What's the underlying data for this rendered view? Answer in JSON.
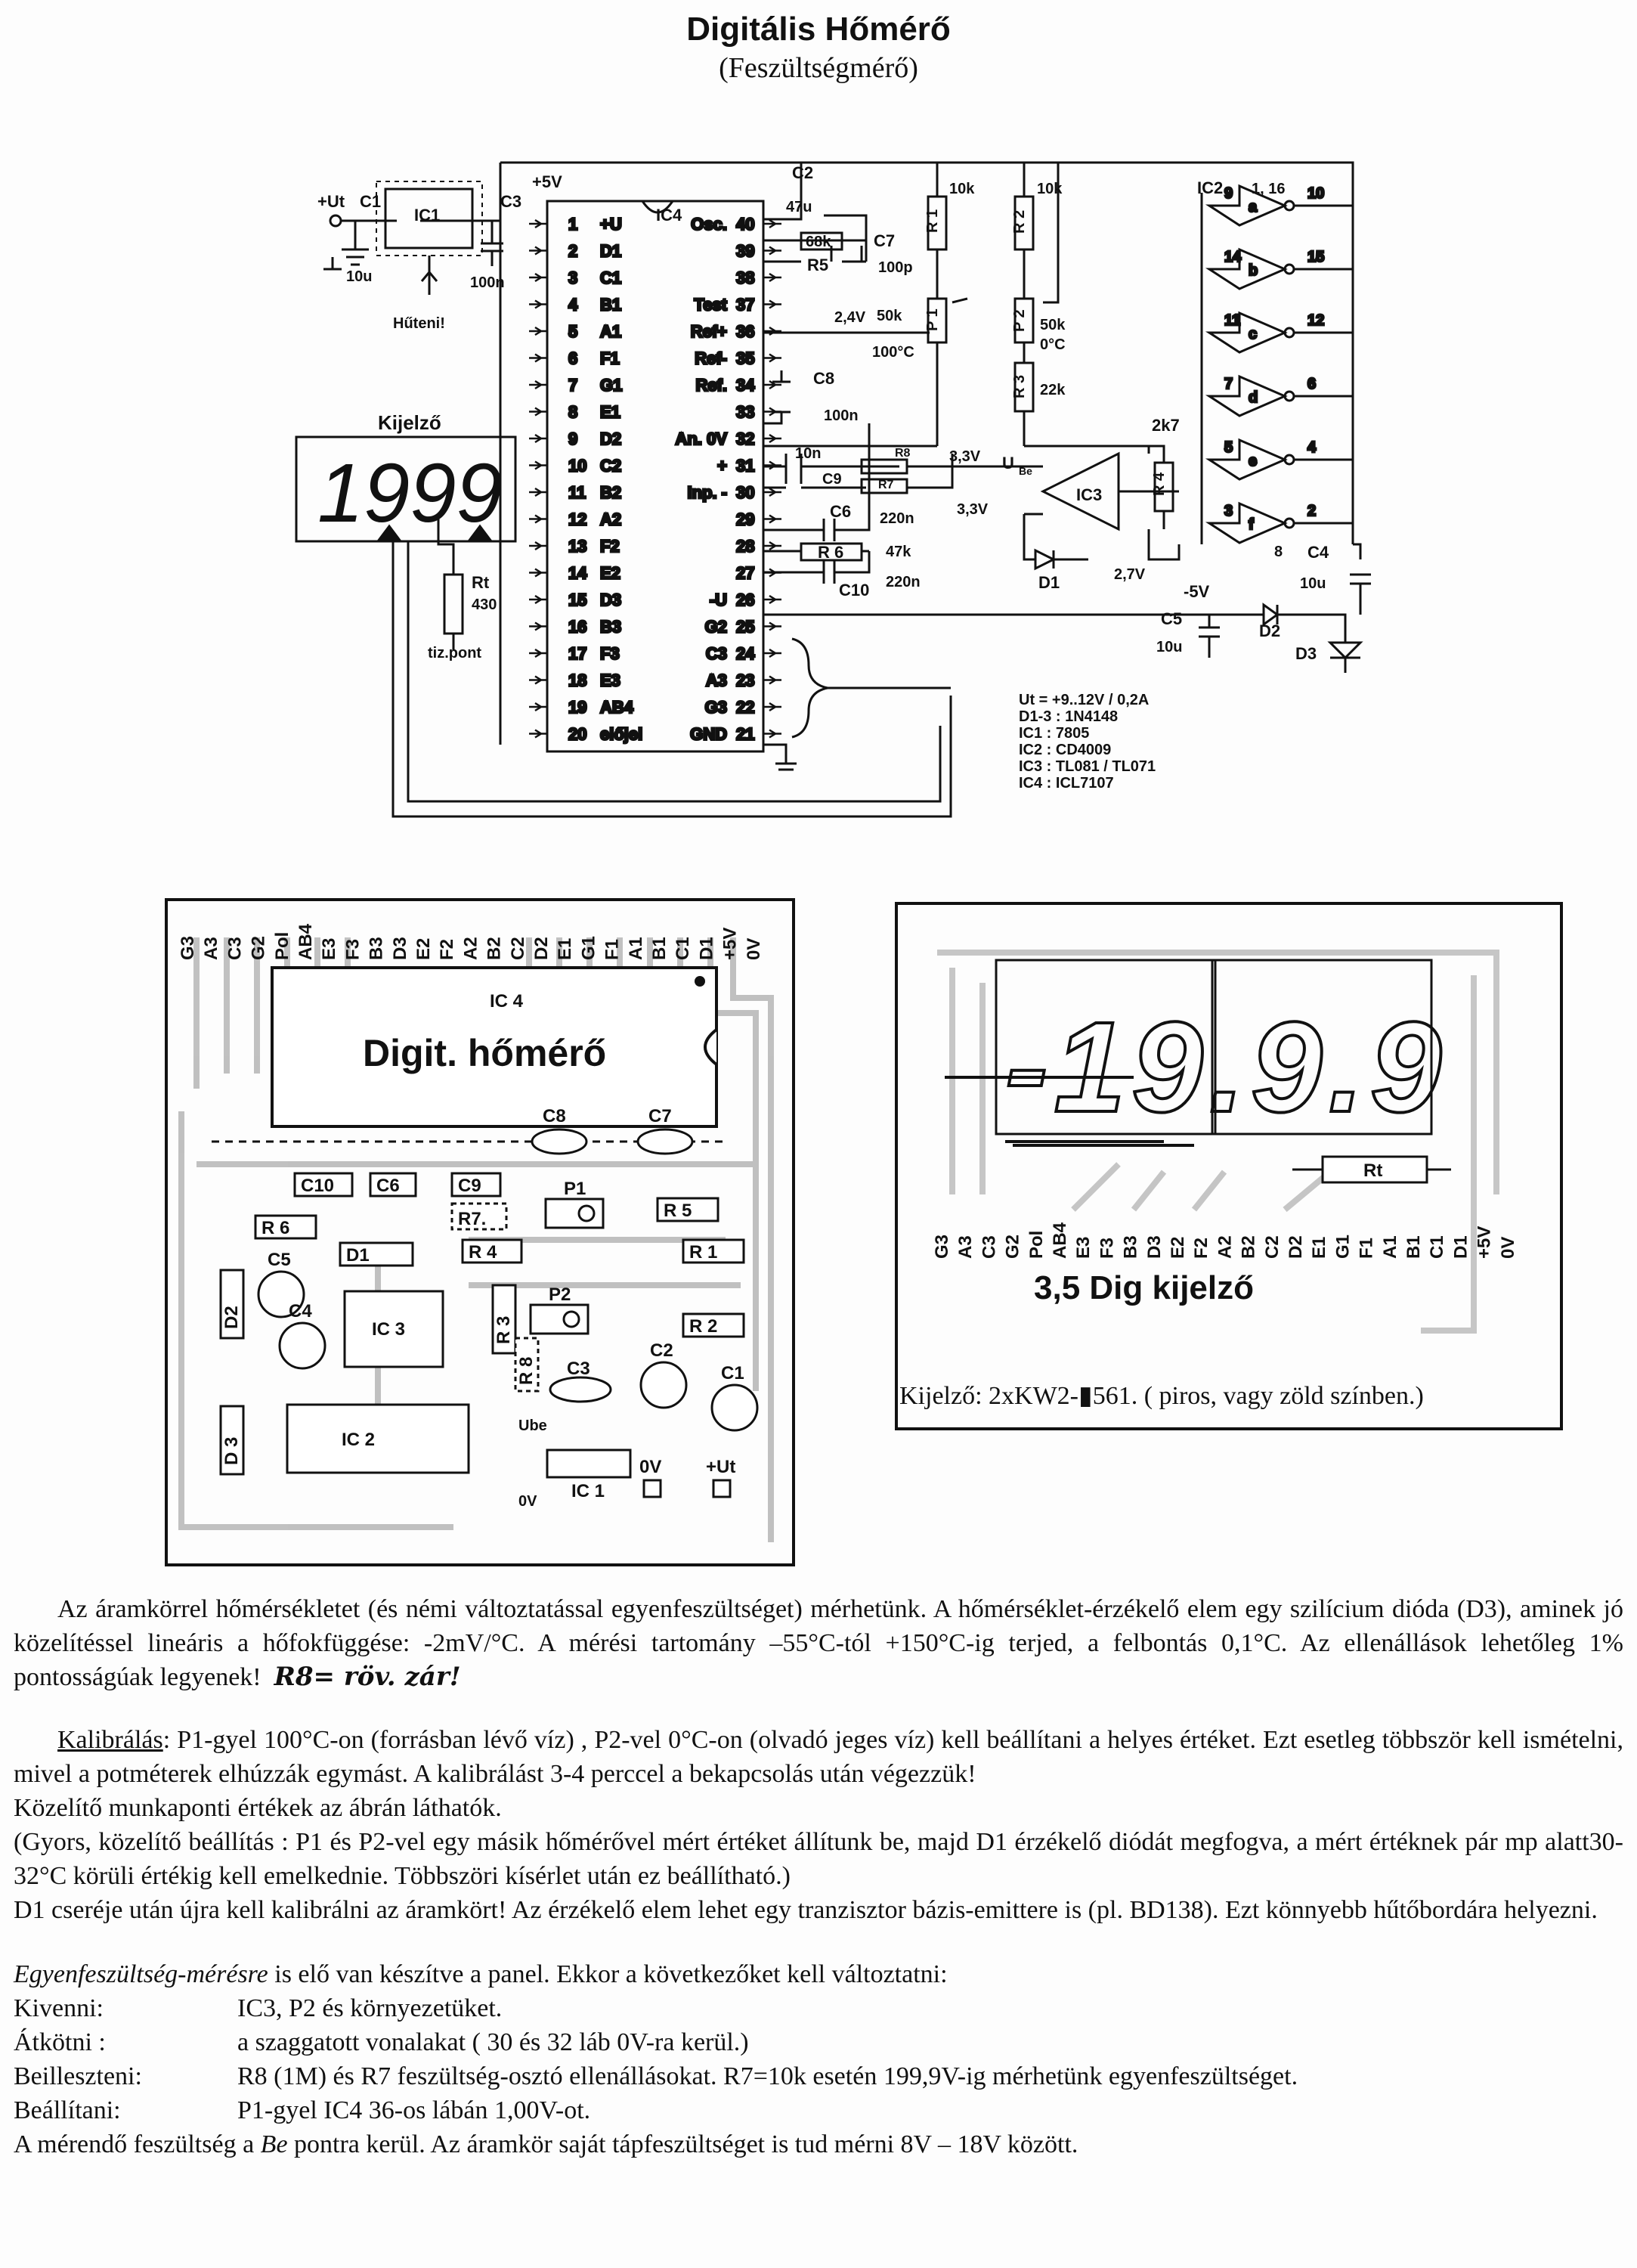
{
  "header": {
    "title": "Digitális Hőmérő",
    "subtitle": "(Feszültségmérő)"
  },
  "schematic": {
    "ic4_left_pins": [
      {
        "n": "1",
        "l": "+U"
      },
      {
        "n": "2",
        "l": "D1"
      },
      {
        "n": "3",
        "l": "C1"
      },
      {
        "n": "4",
        "l": "B1"
      },
      {
        "n": "5",
        "l": "A1"
      },
      {
        "n": "6",
        "l": "F1"
      },
      {
        "n": "7",
        "l": "G1"
      },
      {
        "n": "8",
        "l": "E1"
      },
      {
        "n": "9",
        "l": "D2"
      },
      {
        "n": "10",
        "l": "C2"
      },
      {
        "n": "11",
        "l": "B2"
      },
      {
        "n": "12",
        "l": "A2"
      },
      {
        "n": "13",
        "l": "F2"
      },
      {
        "n": "14",
        "l": "E2"
      },
      {
        "n": "15",
        "l": "D3"
      },
      {
        "n": "16",
        "l": "B3"
      },
      {
        "n": "17",
        "l": "F3"
      },
      {
        "n": "18",
        "l": "E3"
      },
      {
        "n": "19",
        "l": "AB4"
      },
      {
        "n": "20",
        "l": "előjel"
      }
    ],
    "ic4_right_pins": [
      {
        "n": "40",
        "l": "Osc."
      },
      {
        "n": "39",
        "l": ""
      },
      {
        "n": "38",
        "l": ""
      },
      {
        "n": "37",
        "l": "Test"
      },
      {
        "n": "36",
        "l": "Ref+"
      },
      {
        "n": "35",
        "l": "Ref-"
      },
      {
        "n": "34",
        "l": "Ref."
      },
      {
        "n": "33",
        "l": ""
      },
      {
        "n": "32",
        "l": "An. 0V"
      },
      {
        "n": "31",
        "l": "+"
      },
      {
        "n": "30",
        "l": "Inp. -"
      },
      {
        "n": "29",
        "l": ""
      },
      {
        "n": "28",
        "l": ""
      },
      {
        "n": "27",
        "l": ""
      },
      {
        "n": "26",
        "l": "-U"
      },
      {
        "n": "25",
        "l": "G2"
      },
      {
        "n": "24",
        "l": "C3"
      },
      {
        "n": "23",
        "l": "A3"
      },
      {
        "n": "22",
        "l": "G3"
      },
      {
        "n": "21",
        "l": "GND"
      }
    ],
    "ic4_label": "IC4",
    "ic1_label": "IC1",
    "labels": {
      "plus_ut": "+Ut",
      "c1": "C1",
      "c1_val": "10u",
      "c3": "C3",
      "c3_val": "100n",
      "plus5v": "+5V",
      "huteni": "Hűteni!",
      "kijelzo": "Kijelző",
      "display_digits": "1999",
      "rt": "Rt",
      "rt_val": "430",
      "tizedes": "tiz.pont",
      "c2": "C2",
      "c2_val": "47u",
      "r5_val": "68k",
      "r5": "R5",
      "c7": "C7",
      "c7_val": "100p",
      "r1_val": "10k",
      "r2_val": "10k",
      "r1": "R 1",
      "r2": "R 2",
      "p1_val": "50k",
      "p1_v": "2,4V",
      "p1_t": "100°C",
      "p1": "P 1",
      "p2": "P 2",
      "p2_val": "50k",
      "p2_t": "0°C",
      "r3_val": "22k",
      "r3": "R 3",
      "c8": "C8",
      "c8_val": "100n",
      "r4_val": "2k7",
      "r4": "R 4",
      "ten_n": "10n",
      "c9": "C9",
      "r8": "R8",
      "r7": "R7",
      "v33a": "3,3V",
      "ube": "U",
      "ube_sub": "Be",
      "v33b": "3,3V",
      "c6": "C6",
      "c6_val": "220n",
      "r6": "R 6",
      "r6_val": "47k",
      "c10": "C10",
      "c10_val": "220n",
      "ic3": "IC3",
      "d1": "D1",
      "v27": "2,7V",
      "minus5v": "-5V",
      "c5": "C5",
      "c5_val": "10u",
      "d2": "D2",
      "d3": "D3",
      "c4": "C4",
      "c4_val": "10u",
      "ic2": "IC2",
      "ic2_pins": "1, 16"
    },
    "inverters": [
      {
        "in": "9",
        "g": "a",
        "out": "10"
      },
      {
        "in": "14",
        "g": "b",
        "out": "15"
      },
      {
        "in": "11",
        "g": "c",
        "out": "12"
      },
      {
        "in": "7",
        "g": "d",
        "out": "6"
      },
      {
        "in": "5",
        "g": "e",
        "out": "4"
      },
      {
        "in": "3",
        "g": "f",
        "out": "2"
      }
    ],
    "ic2_gnd_pin": "8",
    "parts_list": [
      "Ut = +9..12V / 0,2A",
      "D1-3 : 1N4148",
      "IC1 : 7805",
      "IC2 : CD4009",
      "IC3 : TL081 / TL071",
      "IC4 : ICL7107"
    ]
  },
  "pcb_main": {
    "pins": [
      "G3",
      "A3",
      "C3",
      "G2",
      "Pol",
      "AB4",
      "E3",
      "F3",
      "B3",
      "D3",
      "E2",
      "F2",
      "A2",
      "B2",
      "C2",
      "D2",
      "E1",
      "G1",
      "F1",
      "A1",
      "B1",
      "C1",
      "D1",
      "+5V",
      "0V"
    ],
    "ic4": "IC 4",
    "title": "Digit. hőmérő",
    "parts": {
      "c8": "C8",
      "c7": "C7",
      "c10": "C10",
      "c6": "C6",
      "c9": "C9",
      "r7": "R7.",
      "p1": "P1",
      "r5": "R 5",
      "r6": "R 6",
      "d1": "D1",
      "r4": "R 4",
      "r1": "R 1",
      "c5": "C5",
      "d2": "D2",
      "ic3": "IC 3",
      "r3": "R 3",
      "p2": "P2",
      "r2": "R 2",
      "d3": "D 3",
      "c4": "C4",
      "r8": "R 8",
      "c3": "C3",
      "c2": "C2",
      "c1": "C1",
      "ic2": "IC 2",
      "ube": "Ube",
      "ic1": "IC 1",
      "zero_v": "0V",
      "plus_ut": "+Ut",
      "zero_v2": "0V"
    }
  },
  "pcb_display": {
    "digits": "-19.9.9",
    "rt": "Rt",
    "pins": [
      "G3",
      "A3",
      "C3",
      "G2",
      "Pol",
      "AB4",
      "E3",
      "F3",
      "B3",
      "D3",
      "E2",
      "F2",
      "A2",
      "B2",
      "C2",
      "D2",
      "E1",
      "G1",
      "F1",
      "A1",
      "B1",
      "C1",
      "D1",
      "+5V",
      "0V"
    ],
    "title": "3,5 Dig kijelző"
  },
  "caption": "Kijelző: 2xKW2-▮561. ( piros, vagy zöld színben.)",
  "body": {
    "p1": "Az áramkörrel hőmérsékletet (és némi változtatással egyenfeszültséget) mérhetünk.  A hőmérséklet-érzékelő elem egy szilícium dióda (D3), aminek jó közelítéssel lineáris a hőfokfüggése: -2mV/°C. A mérési tartomány –55°C-tól +150°C-ig terjed, a felbontás 0,1°C. Az ellenállások lehetőleg 1% pontosságúak legyenek!",
    "p1_hand": "R8= röv. zár!",
    "kal_label": "Kalibrálás",
    "kal_text": ":  P1-gyel 100°C-on (forrásban lévő víz) , P2-vel 0°C-on (olvadó jeges víz) kell beállítani a helyes értéket. Ezt esetleg többször kell ismételni, mivel a potméterek elhúzzák egymást. A kalibrálást 3-4 perccel a bekapcsolás után végezzük!",
    "p3": "Közelítő munkaponti értékek az ábrán láthatók.",
    "p4": "(Gyors, közelítő beállítás : P1 és P2-vel egy másik hőmérővel mért értéket állítunk be, majd D1 érzékelő diódát megfogva, a mért értéknek pár mp alatt30-32°C körüli értékig kell emelkednie. Többszöri kísérlet után ez beállítható.)",
    "p5": "D1 cseréje után újra kell kalibrálni az áramkört!  Az érzékelő elem lehet egy tranzisztor bázis-emittere is (pl. BD138). Ezt könnyebb hűtőbordára helyezni.",
    "p6_italic": "Egyenfeszültség-mérésre",
    "p6_rest": " is elő van készítve a panel. Ekkor a következőket kell változtatni:",
    "rows": [
      {
        "k": "Kivenni:",
        "v": "IC3, P2 és környezetüket."
      },
      {
        "k": "Átkötni :",
        "v": "a szaggatott vonalakat ( 30 és 32 láb 0V-ra kerül.)"
      },
      {
        "k": "Beilleszteni:",
        "v": "R8 (1M) és R7 feszültség-osztó ellenállásokat.  R7=10k esetén 199,9V-ig mérhetünk egyenfeszültséget."
      },
      {
        "k": "Beállítani:",
        "v": "P1-gyel IC4  36-os lábán 1,00V-ot."
      }
    ],
    "p7_pre": "A mérendő feszültség a ",
    "p7_italic": "Be",
    "p7_post": " pontra kerül. Az áramkör saját tápfeszültséget is tud mérni 8V – 18V között."
  }
}
